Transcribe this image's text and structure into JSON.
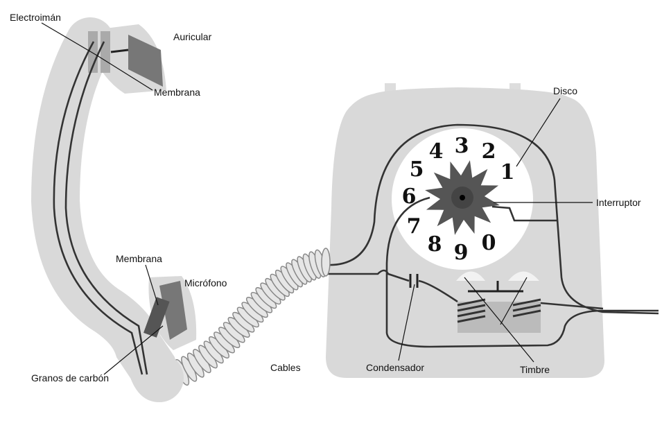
{
  "labels": {
    "electroiman": "Electroimán",
    "auricular": "Auricular",
    "membrana_top": "Membrana",
    "membrana_bottom": "Membrana",
    "microfono": "Micrófono",
    "granos": "Granos de carbón",
    "cables": "Cables",
    "condensador": "Condensador",
    "timbre": "Timbre",
    "disco": "Disco",
    "interruptor": "Interruptor"
  },
  "dial_numbers": [
    "1",
    "2",
    "3",
    "4",
    "5",
    "6",
    "7",
    "8",
    "9",
    "0"
  ],
  "colors": {
    "body": "#d9d9d9",
    "dial": "#ffffff",
    "star": "#555555",
    "wire": "#333333",
    "coil": "#e6e6e6"
  }
}
